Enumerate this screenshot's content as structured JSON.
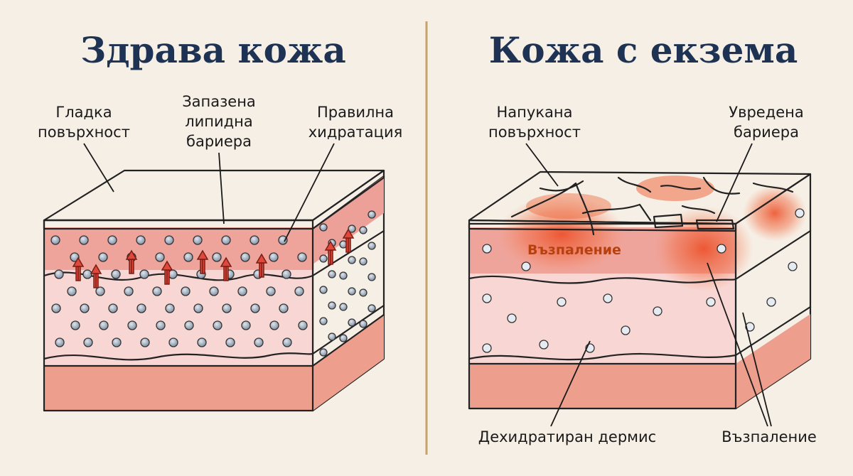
{
  "left": {
    "title": "Здрава кожа",
    "labels": {
      "smooth_l1": "Гладка",
      "smooth_l2": "повърхност",
      "lipid_l1": "Запазена",
      "lipid_l2": "липидна",
      "lipid_l3": "бариера",
      "hydr_l1": "Правилна",
      "hydr_l2": "хидратация"
    }
  },
  "right": {
    "title": "Кожа с екзема",
    "labels": {
      "cracked_l1": "Напукана",
      "cracked_l2": "повърхност",
      "damaged_l1": "Увредена",
      "damaged_l2": "бариера",
      "inflammation_center": "Възпаление",
      "dermis": "Дехидратиран дермис",
      "inflammation": "Възпаление"
    }
  },
  "colors": {
    "background": "#f6efe6",
    "title": "#1e3354",
    "divider": "#c8a26a",
    "surface": "#f7d27a",
    "barrier": "#f2c35a",
    "epidermis": "#efa49b",
    "dermis": "#f8d6d3",
    "base": "#ee9e8c",
    "arrow": "#e0483c",
    "inflammation": "#e8502e"
  }
}
